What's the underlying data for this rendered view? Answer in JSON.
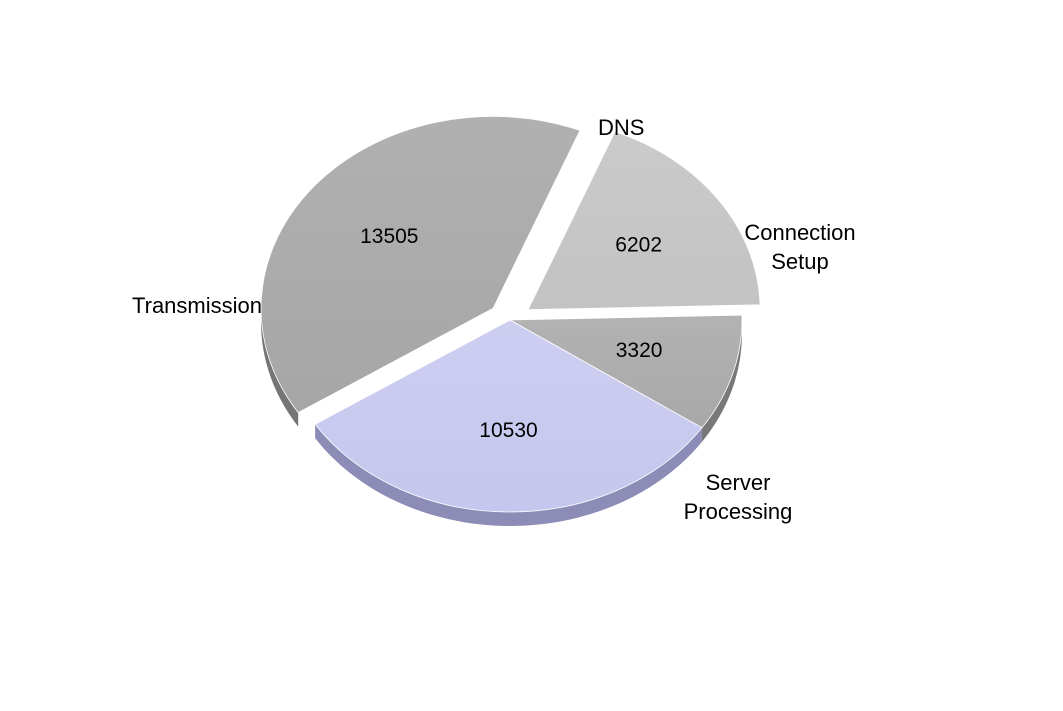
{
  "chart_data": {
    "type": "pie",
    "categories": [
      "DNS",
      "Connection Setup",
      "Server Processing",
      "Transmission"
    ],
    "values": [
      6202,
      3320,
      10530,
      13505
    ],
    "labels": [
      {
        "lines": [
          "DNS"
        ],
        "align": "start"
      },
      {
        "lines": [
          "Connection",
          "Setup"
        ],
        "align": "middle"
      },
      {
        "lines": [
          "Server",
          "Processing"
        ],
        "align": "middle"
      },
      {
        "lines": [
          "Transmission"
        ],
        "align": "end"
      }
    ],
    "colors": [
      "#c3c3c3",
      "#a8a8a8",
      "#c6c7ee",
      "#a6a6a6"
    ],
    "side_colors": [
      "#8e8e8e",
      "#787878",
      "#8c8cb6",
      "#757575"
    ],
    "exploded": [
      "DNS",
      "Transmission"
    ],
    "style": "3d-tilted",
    "legend": "none"
  }
}
